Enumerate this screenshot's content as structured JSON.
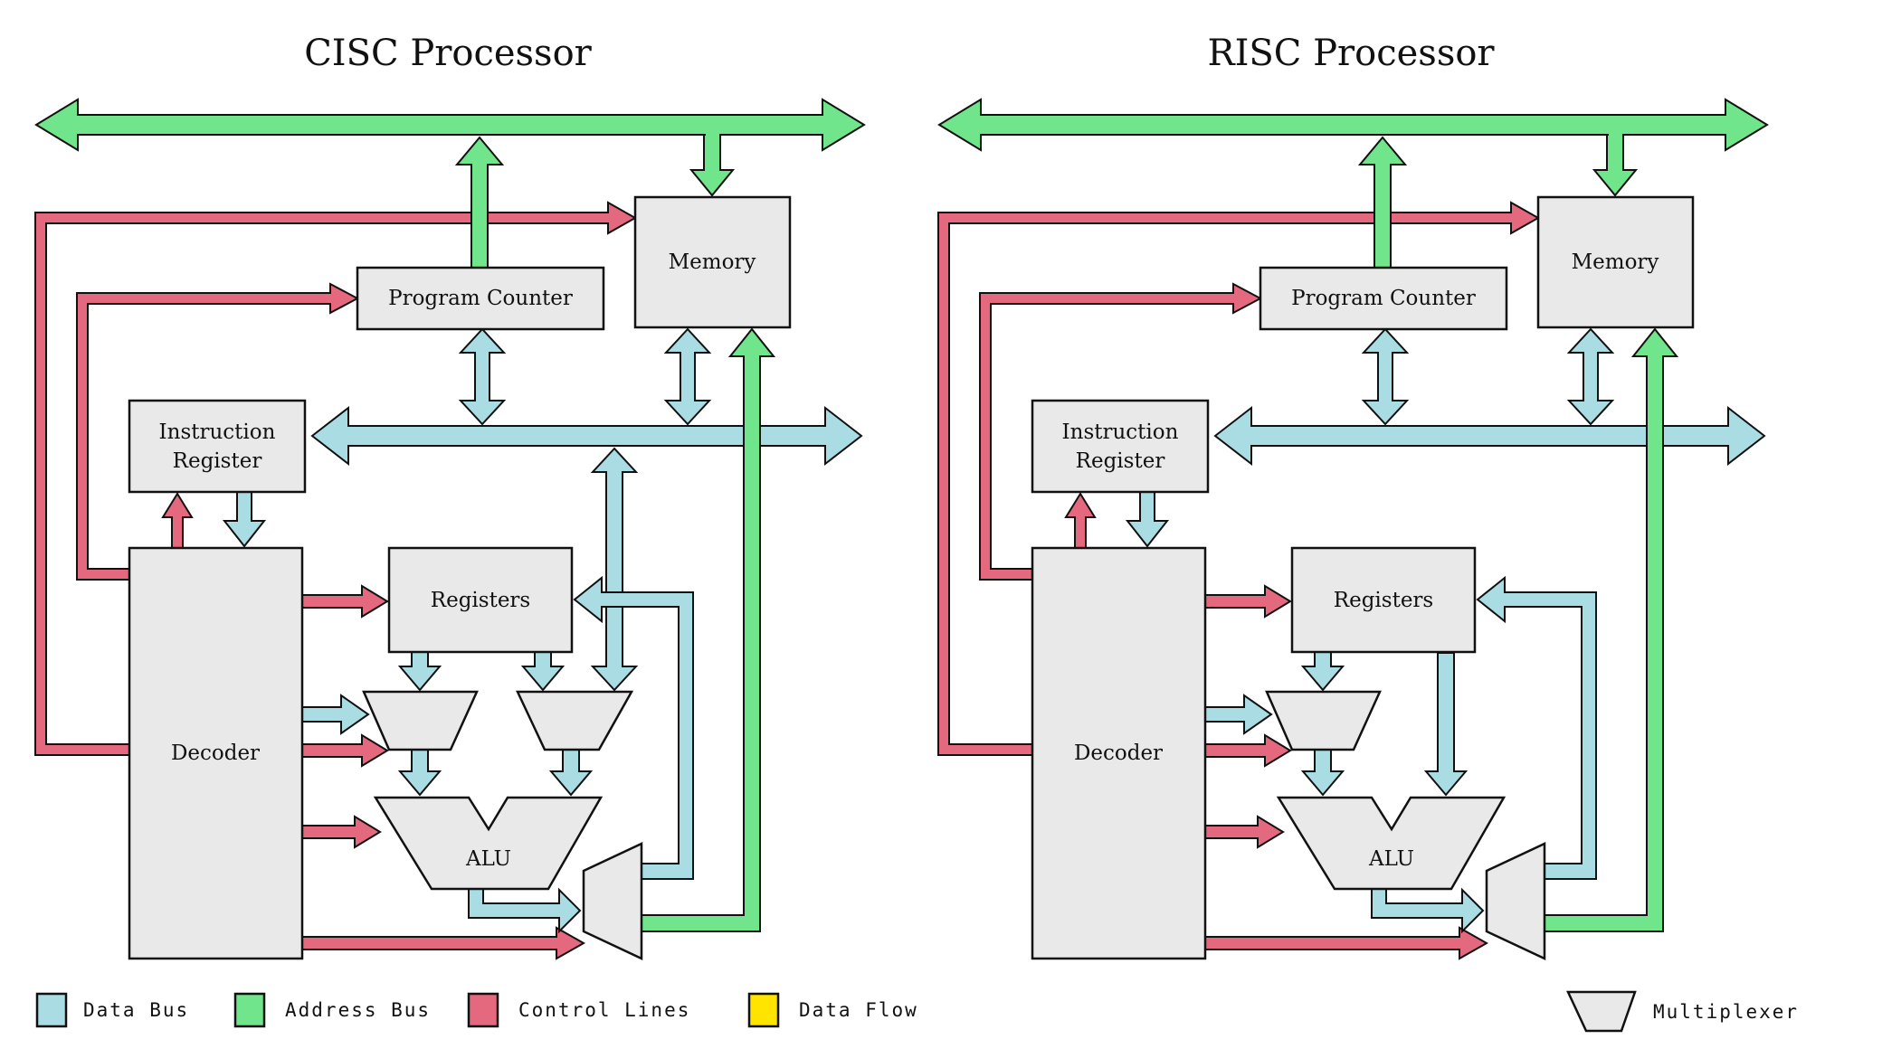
{
  "titles": {
    "cisc": "CISC Processor",
    "risc": "RISC Processor"
  },
  "boxes": {
    "memory": "Memory",
    "program_counter": "Program Counter",
    "instruction_register_line1": "Instruction",
    "instruction_register_line2": "Register",
    "decoder": "Decoder",
    "registers": "Registers",
    "alu": "ALU"
  },
  "legend": {
    "data_bus": "Data Bus",
    "address_bus": "Address Bus",
    "control_lines": "Control Lines",
    "data_flow": "Data Flow",
    "multiplexer": "Multiplexer"
  },
  "colors": {
    "data_bus": "#a9dce3",
    "address_bus": "#70e58b",
    "control_lines": "#e5697e",
    "data_flow": "#ffe400",
    "box_fill": "#e9e9e9",
    "outline": "#111111"
  }
}
